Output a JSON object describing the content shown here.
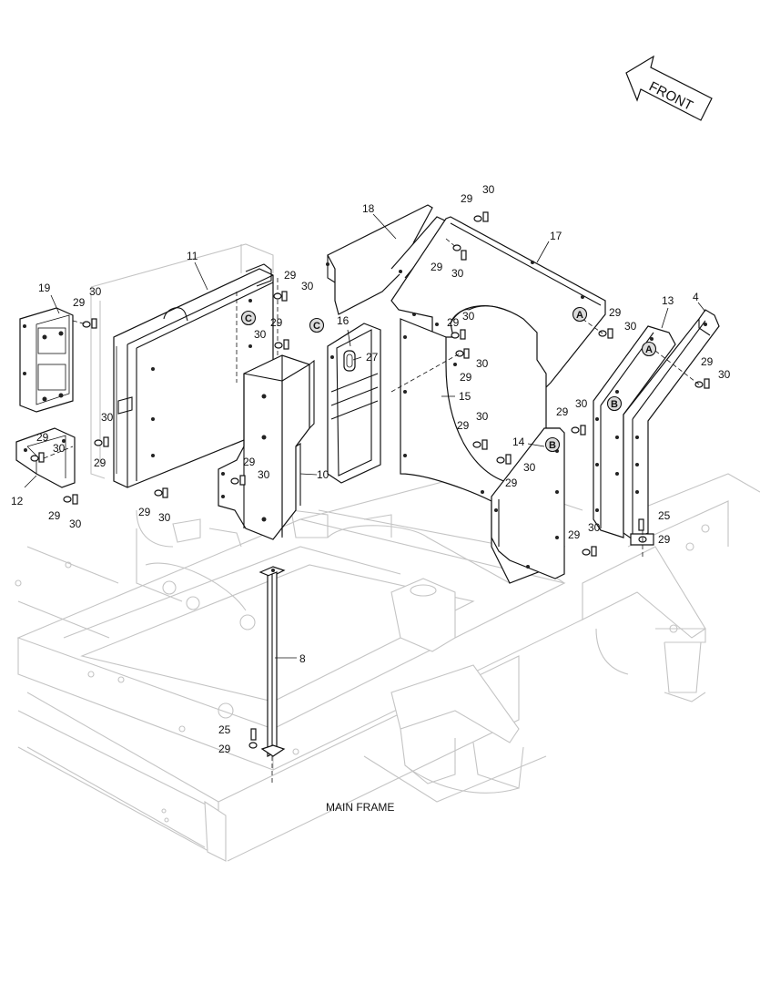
{
  "front_label": "FRONT",
  "main_frame_label": "MAIN FRAME",
  "ref_markers": {
    "a": "A",
    "b": "B",
    "c": "C"
  },
  "callouts": {
    "n4": "4",
    "n8": "8",
    "n10": "10",
    "n11": "11",
    "n12": "12",
    "n13": "13",
    "n14": "14",
    "n15": "15",
    "n16": "16",
    "n17": "17",
    "n18": "18",
    "n19": "19",
    "n25": "25",
    "n27": "27",
    "n29": "29",
    "n30": "30"
  }
}
